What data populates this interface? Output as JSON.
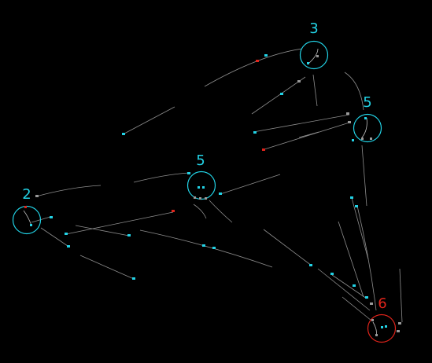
{
  "game": {
    "colors": {
      "background": "#000000",
      "player": "#22d3e6",
      "enemy": "#e0241b",
      "neutral": "#9a9a9a",
      "link": "#bdbdbd"
    },
    "nodes": [
      {
        "id": "node-top",
        "count": "3",
        "owner": "player"
      },
      {
        "id": "node-right",
        "count": "5",
        "owner": "player"
      },
      {
        "id": "node-center",
        "count": "5",
        "owner": "player"
      },
      {
        "id": "node-left",
        "count": "2",
        "owner": "player"
      },
      {
        "id": "node-bottom-right",
        "count": "6",
        "owner": "enemy"
      }
    ]
  }
}
